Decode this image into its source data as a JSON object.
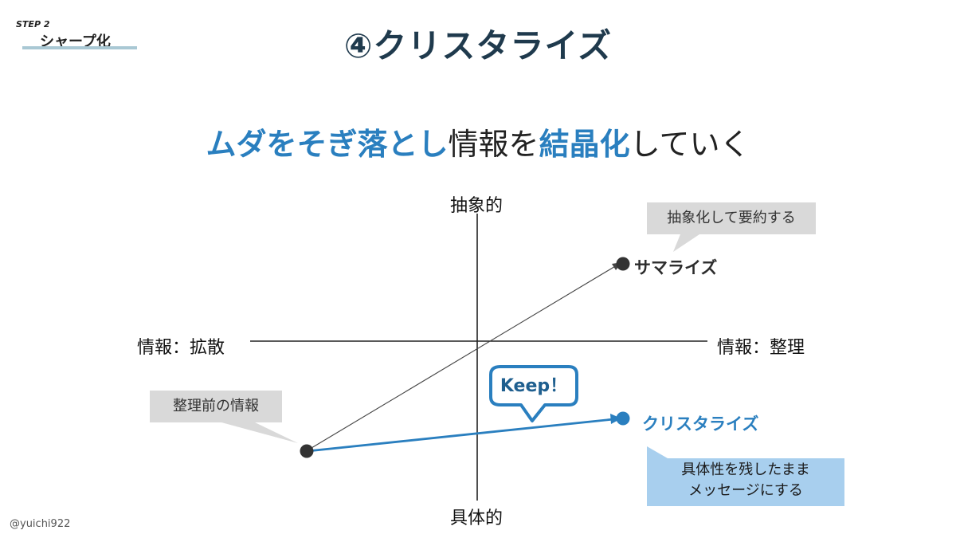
{
  "step": {
    "label": "STEP 2",
    "name": "シャープ化"
  },
  "title": "④クリスタライズ",
  "headline": {
    "part1": "ムダをそぎ落とし",
    "part2": "情報を",
    "part3": "結晶化",
    "part4": "していく"
  },
  "axes": {
    "top": "抽象的",
    "bottom": "具体的",
    "left": "情報：拡散",
    "right": "情報：整理"
  },
  "points": {
    "summarize": "サマライズ",
    "crystallize": "クリスタライズ"
  },
  "callouts": {
    "summarize": "抽象化して要約する",
    "before": "整理前の情報",
    "crystallize_line1": "具体性を残したまま",
    "crystallize_line2": "メッセージにする",
    "keep": "Keep！"
  },
  "credit": "@yuichi922",
  "colors": {
    "accent": "#2a7fbf",
    "dark_text": "#1f3a4d",
    "callout_gray": "#d9d9d9",
    "callout_blue": "#a8cfee",
    "point_dark": "#333333"
  }
}
